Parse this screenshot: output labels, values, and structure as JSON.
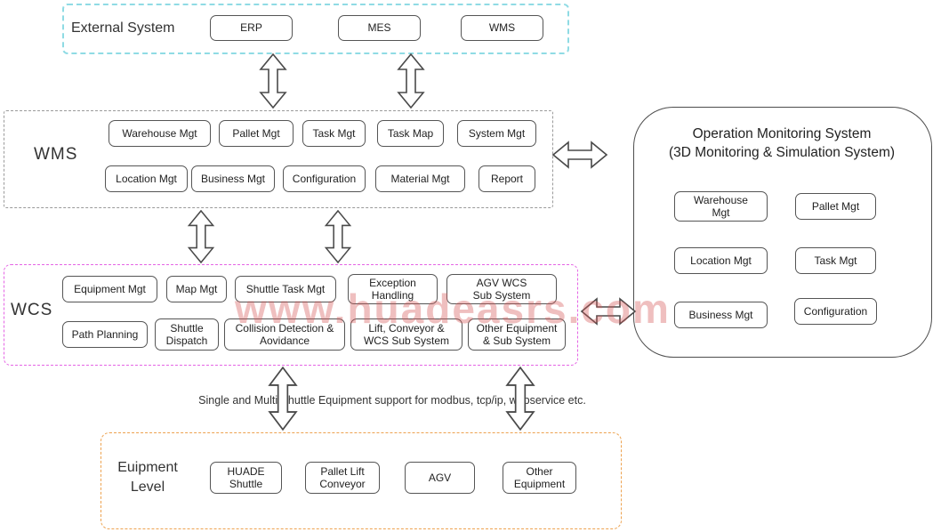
{
  "external": {
    "label": "External System",
    "boxes": [
      "ERP",
      "MES",
      "WMS"
    ]
  },
  "wms": {
    "label": "WMS",
    "row1": [
      "Warehouse Mgt",
      "Pallet Mgt",
      "Task Mgt",
      "Task Map",
      "System Mgt"
    ],
    "row2": [
      "Location Mgt",
      "Business Mgt",
      "Configuration",
      "Material Mgt",
      "Report"
    ]
  },
  "monitoring": {
    "title_line1": "Operation Monitoring System",
    "title_line2": "(3D Monitoring & Simulation System)",
    "boxes": [
      "Warehouse\nMgt",
      "Pallet Mgt",
      "Location Mgt",
      "Task Mgt",
      "Business Mgt",
      "Configuration"
    ]
  },
  "wcs": {
    "label": "WCS",
    "row1": [
      "Equipment Mgt",
      "Map Mgt",
      "Shuttle Task Mgt",
      "Exception\nHandling",
      "AGV WCS\nSub System"
    ],
    "row2": [
      "Path Planning",
      "Shuttle\nDispatch",
      "Collision Detection &\nAovidance",
      "Lift, Conveyor &\nWCS Sub System",
      "Other Equipment\n& Sub System"
    ]
  },
  "equipment": {
    "label": "Euipment\nLevel",
    "boxes": [
      "HUADE\nShuttle",
      "Pallet Lift\nConveyor",
      "AGV",
      "Other\nEquipment"
    ]
  },
  "middle_note": "Single and Multi Shuttle Equipment support for modbus, tcp/ip, webservice etc.",
  "watermark": "www.huadeasrs.com",
  "colors": {
    "external_border": "#8fdbe4",
    "wms_border": "#9a9a9a",
    "wcs_border": "#e564e5",
    "equipment_border": "#eda24f",
    "panel_border": "#4d4d4d",
    "box_border": "#555555",
    "watermark": "#d65858"
  }
}
